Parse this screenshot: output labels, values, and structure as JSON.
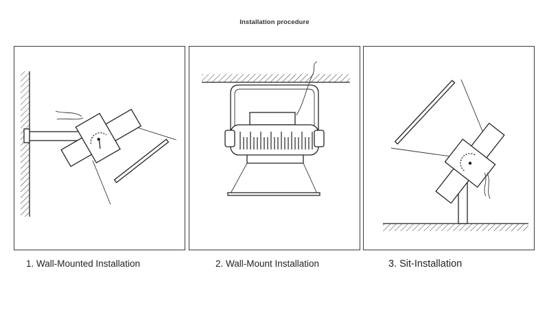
{
  "diagram": {
    "title": "Installation procedure",
    "panels": [
      {
        "caption": "1. Wall-Mounted Installation",
        "mount": "wall"
      },
      {
        "caption": "2. Wall-Mount Installation",
        "mount": "ceiling"
      },
      {
        "caption": "3. Sit-Installation",
        "mount": "ground"
      }
    ]
  }
}
